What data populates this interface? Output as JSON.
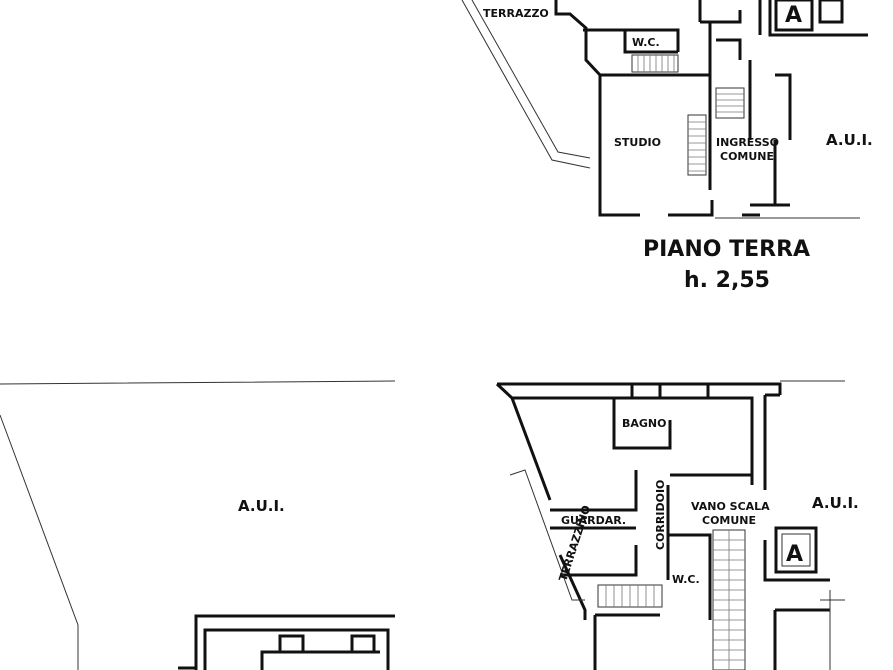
{
  "floor_title": "PIANO TERRA",
  "floor_height": "h. 2,55",
  "rooms_ground": {
    "terrazzo": "TERRAZZO",
    "wc": "W.C.",
    "studio": "STUDIO",
    "ingresso_line1": "INGRESSO",
    "ingresso_line2": "COMUNE",
    "aui": "A.U.I.",
    "lift": "A"
  },
  "rooms_upper": {
    "aui_left": "A.U.I.",
    "bagno": "BAGNO",
    "corridoio": "CORRIDOIO",
    "vano_line1": "VANO SCALA",
    "vano_line2": "COMUNE",
    "aui_right": "A.U.I.",
    "guardaroba": "GUARDAR.",
    "terrazzino": "TERRAZZINO",
    "wc": "W.C.",
    "lift": "A"
  }
}
